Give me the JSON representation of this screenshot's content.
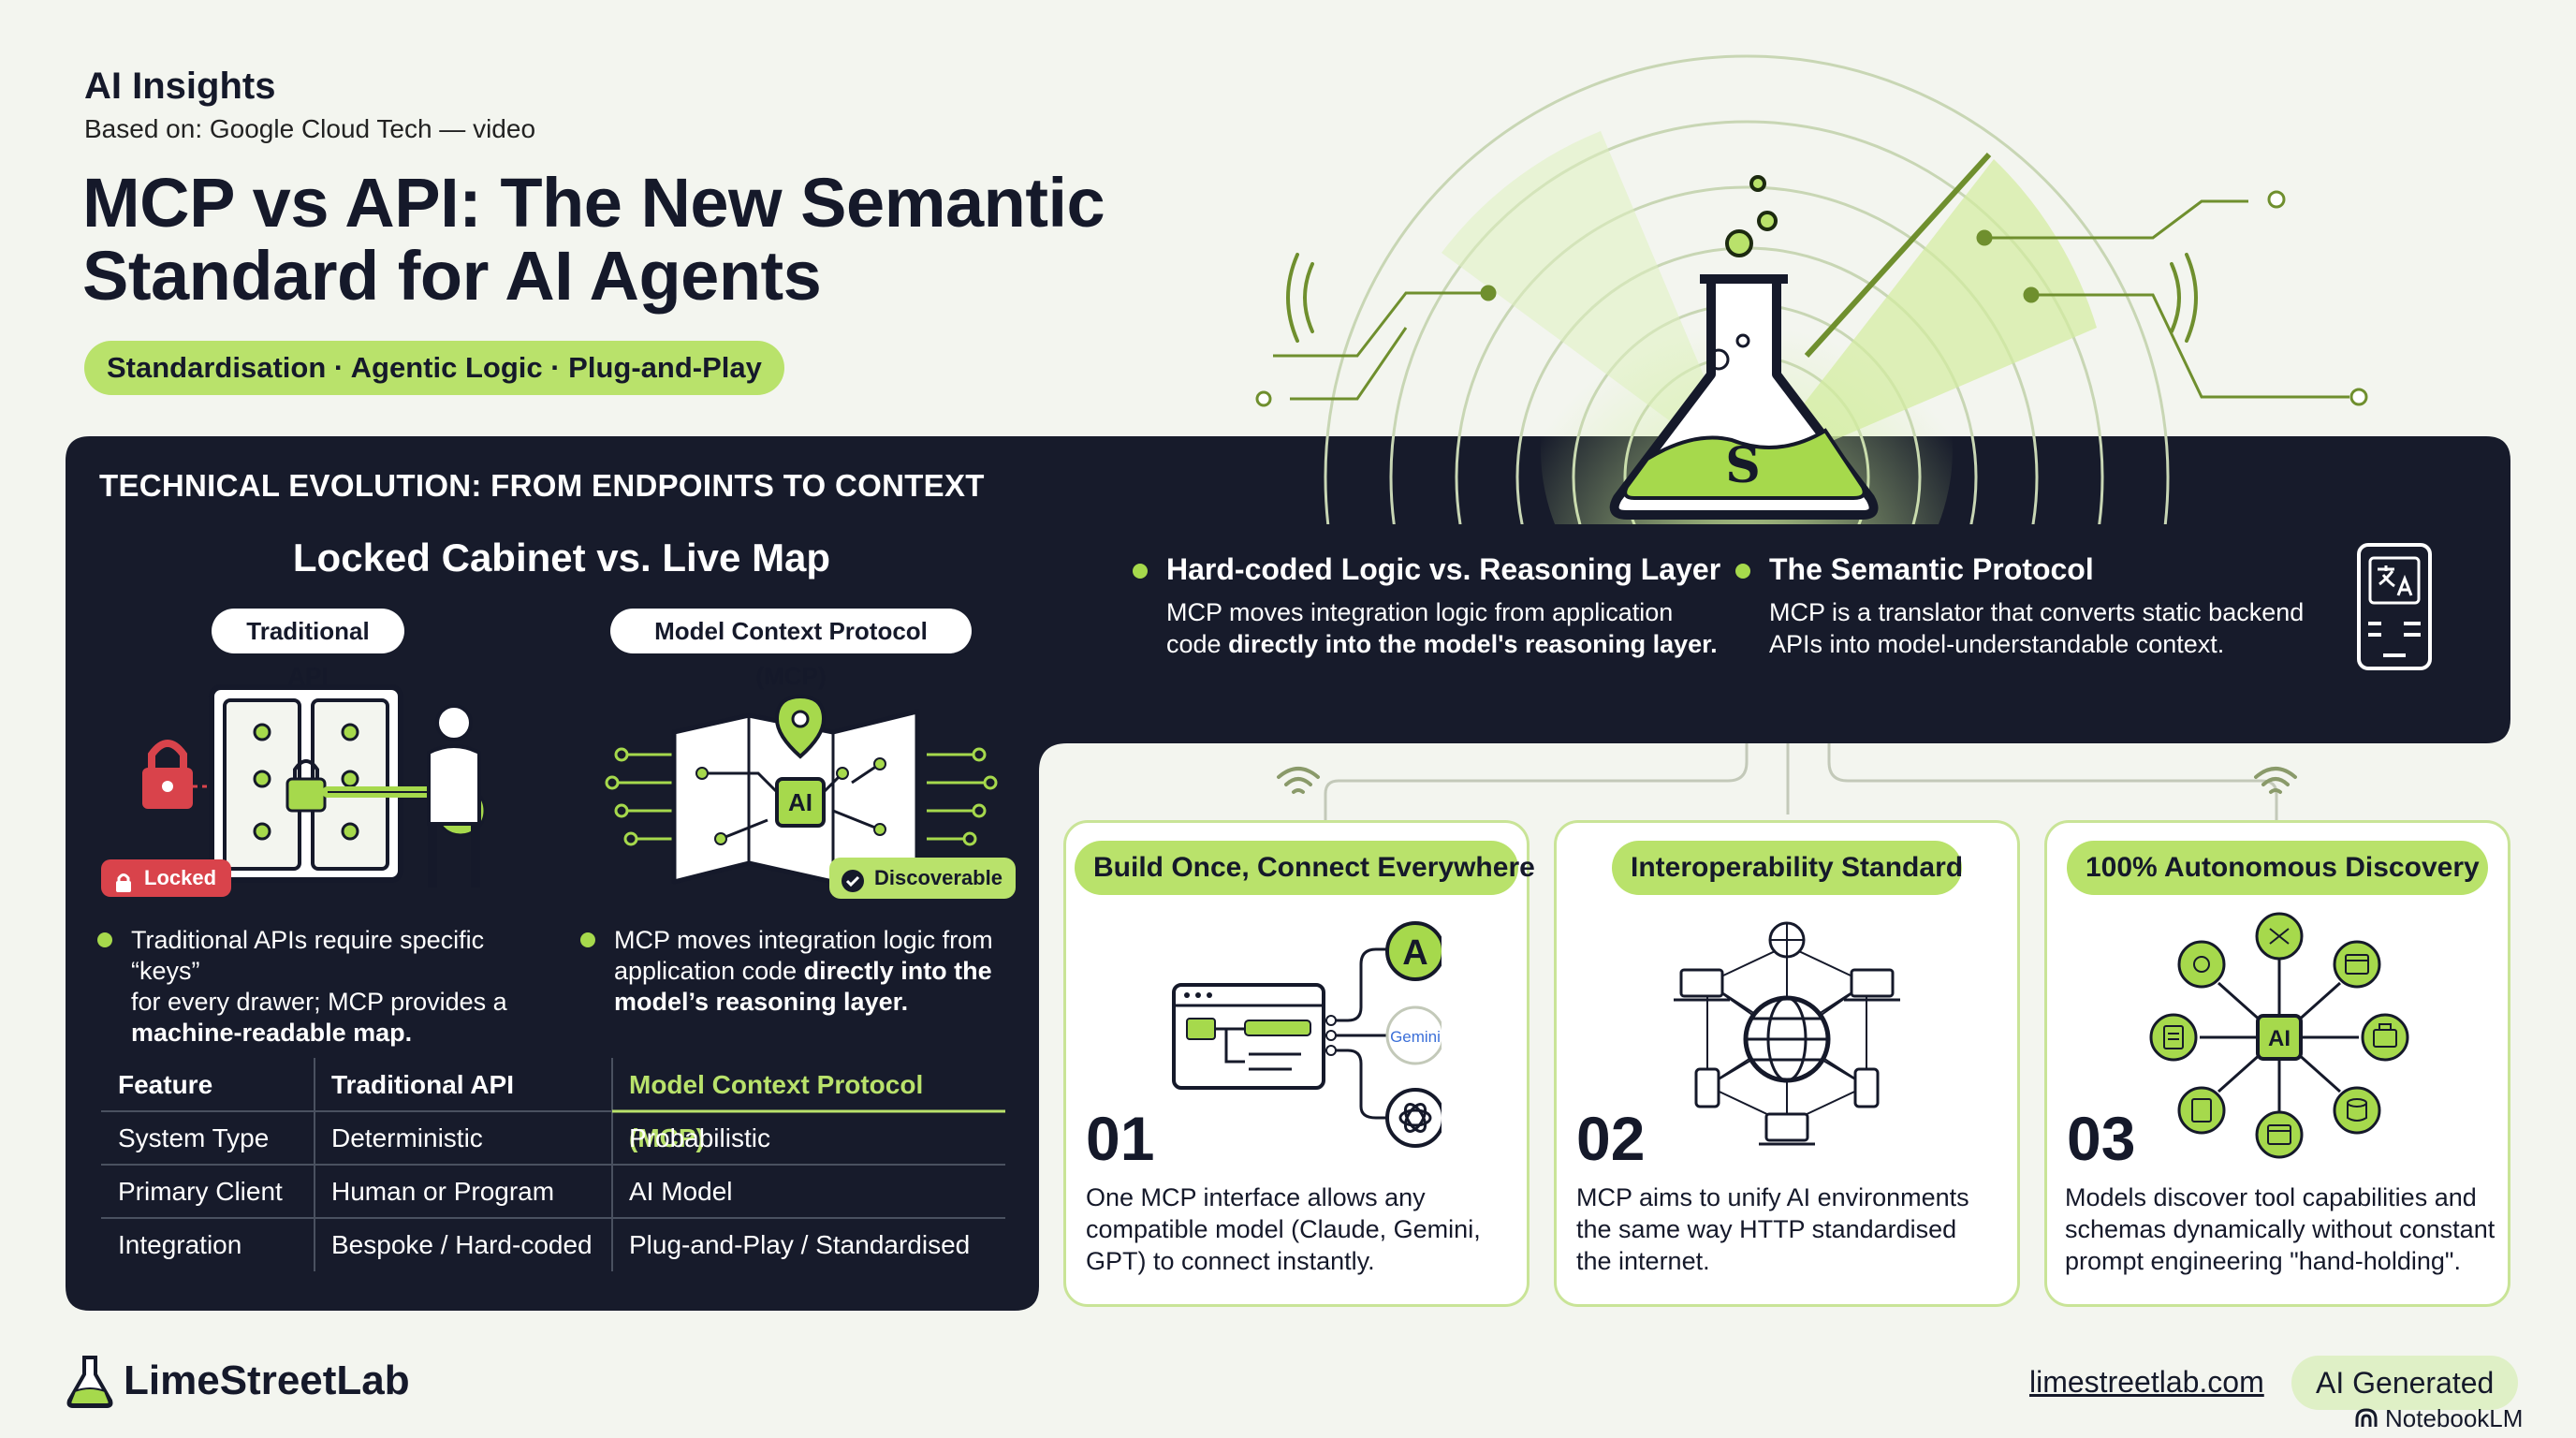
{
  "header": {
    "kicker": "AI Insights",
    "source": "Based on: Google Cloud Tech — video",
    "title_line1": "MCP vs API: The New Semantic",
    "title_line2": "Standard for AI Agents",
    "tags": "Standardisation · Agentic Logic · Plug-and-Play"
  },
  "hero": {
    "flask_glyph": "S"
  },
  "evolution": {
    "section_title": "TECHNICAL EVOLUTION: FROM ENDPOINTS TO CONTEXT",
    "subtitle": "Locked Cabinet vs. Live Map",
    "left_label": "Traditional API",
    "right_label": "Model Context Protocol (MCP)",
    "locked_badge": "Locked",
    "discoverable_badge": "Discoverable",
    "map_ai_label": "AI",
    "left_bullet_line1": "Traditional APIs require specific “keys”",
    "left_bullet_line2": "for every drawer; MCP provides a",
    "left_bullet_line3": "machine-readable map.",
    "right_bullet_line1": "MCP moves integration logic from",
    "right_bullet_line2_a": "application code ",
    "right_bullet_line2_b": "directly into the",
    "right_bullet_line3": "model’s reasoning layer."
  },
  "points": [
    {
      "title": "Hard-coded Logic vs. Reasoning Layer",
      "line1": "MCP moves integration logic from application",
      "line2_a": "code ",
      "line2_b": "directly into the model's reasoning layer."
    },
    {
      "title": "The Semantic Protocol",
      "line1": "MCP is a translator that converts static backend",
      "line2": "APIs into model-understandable context."
    }
  ],
  "table": {
    "headers": [
      "Feature",
      "Traditional API",
      "Model Context Protocol (MCP)"
    ],
    "rows": [
      [
        "System Type",
        "Deterministic",
        "Probabilistic"
      ],
      [
        "Primary Client",
        "Human or Program",
        "AI Model"
      ],
      [
        "Integration",
        "Bespoke / Hard-coded",
        "Plug-and-Play / Standardised"
      ]
    ]
  },
  "cards": [
    {
      "title": "Build Once, Connect Everywhere",
      "number": "01",
      "line1": "One MCP interface allows any",
      "line2": "compatible model (Claude, Gemini,",
      "line3": "GPT) to connect instantly.",
      "icon_a": "A",
      "icon_gemini": "Gemini"
    },
    {
      "title": "Interoperability Standard",
      "number": "02",
      "line1": "MCP aims to unify AI environments",
      "line2": "the same way HTTP standardised",
      "line3": "the internet."
    },
    {
      "title": "100% Autonomous Discovery",
      "number": "03",
      "line1": "Models discover tool capabilities and",
      "line2": "schemas dynamically without constant",
      "line3": "prompt engineering \"hand-holding\".",
      "hub_label": "AI"
    }
  ],
  "footer": {
    "brand": "LimeStreetLab",
    "link": "limestreetlab.com",
    "badge": "AI Generated",
    "credit": "NotebookLM"
  },
  "colors": {
    "lime": "#b9e26b",
    "dark_panel": "#171b2b",
    "red_lock": "#d9434b",
    "background": "#f3f5ef"
  },
  "icons": [
    "flask-icon",
    "lock-icon",
    "key-icon",
    "person-icon",
    "map-pin-icon",
    "check-icon",
    "translate-icon",
    "wifi-icon",
    "globe-icon",
    "laptop-icon",
    "phone-icon",
    "browser-icon",
    "openai-icon",
    "gear-icon",
    "tools-icon",
    "calendar-icon",
    "database-icon",
    "document-icon",
    "briefcase-icon",
    "chip-icon"
  ]
}
